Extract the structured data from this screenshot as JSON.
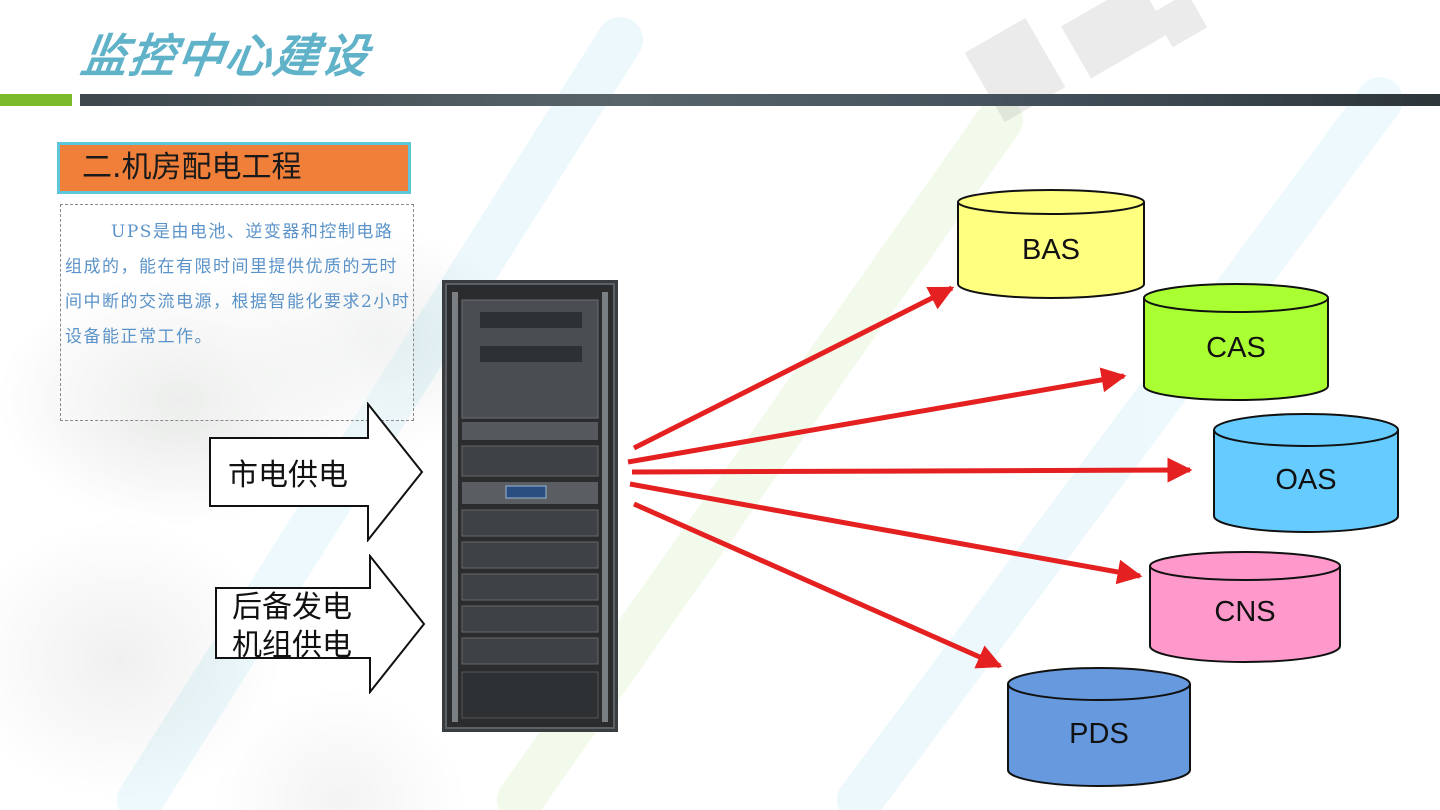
{
  "title": "监控中心建设",
  "section_heading": "二.机房配电工程",
  "description": "UPS是由电池、逆变器和控制电路组成的，能在有限时间里提供优质的无时间中断的交流电源，根据智能化要求2小时设备能正常工作。",
  "inputs": [
    {
      "label": "市电供电"
    },
    {
      "label_line1": "后备发电",
      "label_line2": "机组供电"
    }
  ],
  "systems": [
    {
      "label": "BAS",
      "color": "#ffff80"
    },
    {
      "label": "CAS",
      "color": "#aaff33"
    },
    {
      "label": "OAS",
      "color": "#66ccff"
    },
    {
      "label": "CNS",
      "color": "#ff99cc"
    },
    {
      "label": "PDS",
      "color": "#6699dd"
    }
  ],
  "colors": {
    "title": "#5fb2c8",
    "accent_green": "#7cba2c",
    "heading_fill": "#f07f3a",
    "heading_border": "#5ec6d8",
    "arrow_red": "#e52020",
    "description_text": "#5b93c9"
  },
  "icons": {
    "ups_rack": "server-rack-icon"
  }
}
